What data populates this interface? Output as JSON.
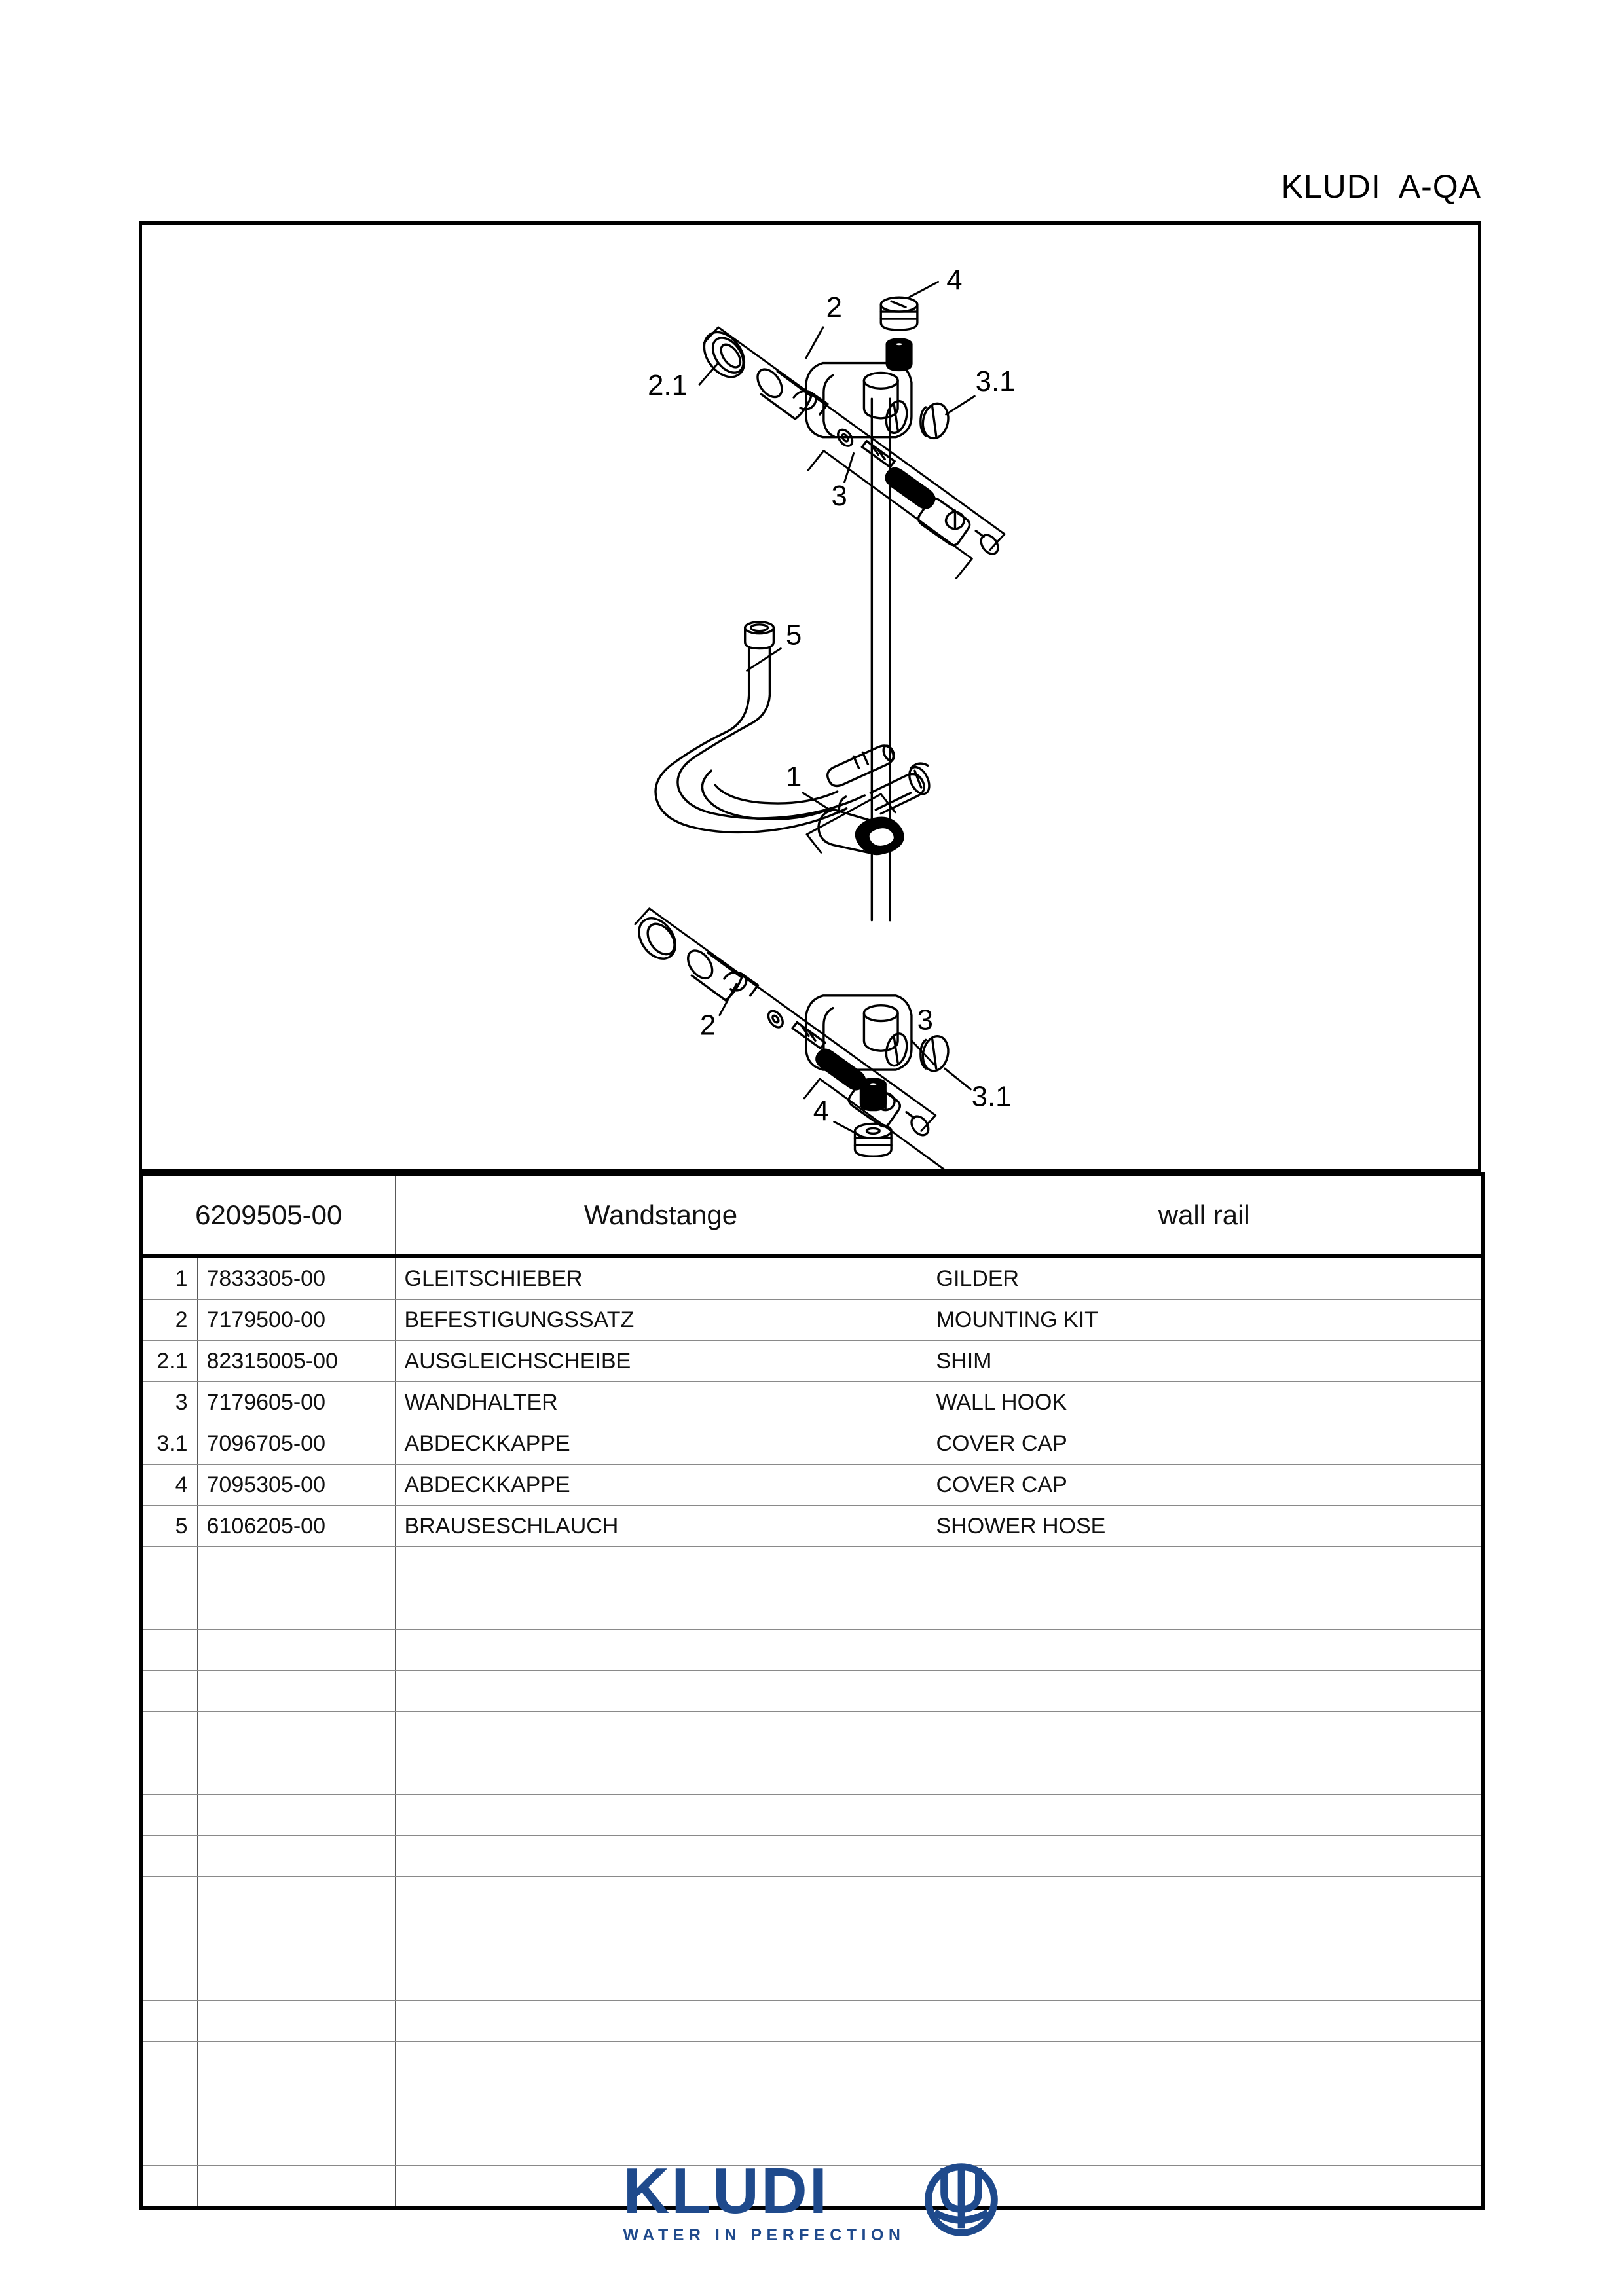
{
  "header": {
    "title": "KLUDI  A-QA"
  },
  "drawing": {
    "callouts": [
      {
        "id": "callout-2-1-top",
        "label": "2.1"
      },
      {
        "id": "callout-2-top",
        "label": "2"
      },
      {
        "id": "callout-4-top",
        "label": "4"
      },
      {
        "id": "callout-3-1-top",
        "label": "3.1"
      },
      {
        "id": "callout-3-top",
        "label": "3"
      },
      {
        "id": "callout-5",
        "label": "5"
      },
      {
        "id": "callout-1",
        "label": "1"
      },
      {
        "id": "callout-2-bottom",
        "label": "2"
      },
      {
        "id": "callout-3-bottom",
        "label": "3"
      },
      {
        "id": "callout-3-1-bottom",
        "label": "3.1"
      },
      {
        "id": "callout-4-bottom",
        "label": "4"
      }
    ]
  },
  "table": {
    "header": {
      "article": "6209505-00",
      "name_de": "Wandstange",
      "name_en": "wall rail"
    },
    "rows": [
      {
        "pos": "1",
        "article": "7833305-00",
        "de": "GLEITSCHIEBER",
        "en": "GILDER"
      },
      {
        "pos": "2",
        "article": "7179500-00",
        "de": "BEFESTIGUNGSSATZ",
        "en": "MOUNTING KIT"
      },
      {
        "pos": "2.1",
        "article": "82315005-00",
        "de": "AUSGLEICHSCHEIBE",
        "en": "SHIM"
      },
      {
        "pos": "3",
        "article": "7179605-00",
        "de": "WANDHALTER",
        "en": "WALL HOOK"
      },
      {
        "pos": "3.1",
        "article": "7096705-00",
        "de": "ABDECKKAPPE",
        "en": "COVER CAP"
      },
      {
        "pos": "4",
        "article": "7095305-00",
        "de": "ABDECKKAPPE",
        "en": "COVER CAP"
      },
      {
        "pos": "5",
        "article": "6106205-00",
        "de": "BRAUSESCHLAUCH",
        "en": "SHOWER HOSE"
      },
      {
        "pos": "",
        "article": "",
        "de": "",
        "en": ""
      },
      {
        "pos": "",
        "article": "",
        "de": "",
        "en": ""
      },
      {
        "pos": "",
        "article": "",
        "de": "",
        "en": ""
      },
      {
        "pos": "",
        "article": "",
        "de": "",
        "en": ""
      },
      {
        "pos": "",
        "article": "",
        "de": "",
        "en": ""
      },
      {
        "pos": "",
        "article": "",
        "de": "",
        "en": ""
      },
      {
        "pos": "",
        "article": "",
        "de": "",
        "en": ""
      },
      {
        "pos": "",
        "article": "",
        "de": "",
        "en": ""
      },
      {
        "pos": "",
        "article": "",
        "de": "",
        "en": ""
      },
      {
        "pos": "",
        "article": "",
        "de": "",
        "en": ""
      },
      {
        "pos": "",
        "article": "",
        "de": "",
        "en": ""
      },
      {
        "pos": "",
        "article": "",
        "de": "",
        "en": ""
      },
      {
        "pos": "",
        "article": "",
        "de": "",
        "en": ""
      },
      {
        "pos": "",
        "article": "",
        "de": "",
        "en": ""
      },
      {
        "pos": "",
        "article": "",
        "de": "",
        "en": ""
      },
      {
        "pos": "",
        "article": "",
        "de": "",
        "en": ""
      }
    ]
  },
  "footer": {
    "brand": "KLUDI",
    "tagline": "WATER IN PERFECTION",
    "brand_color": "#1F4A8C"
  }
}
